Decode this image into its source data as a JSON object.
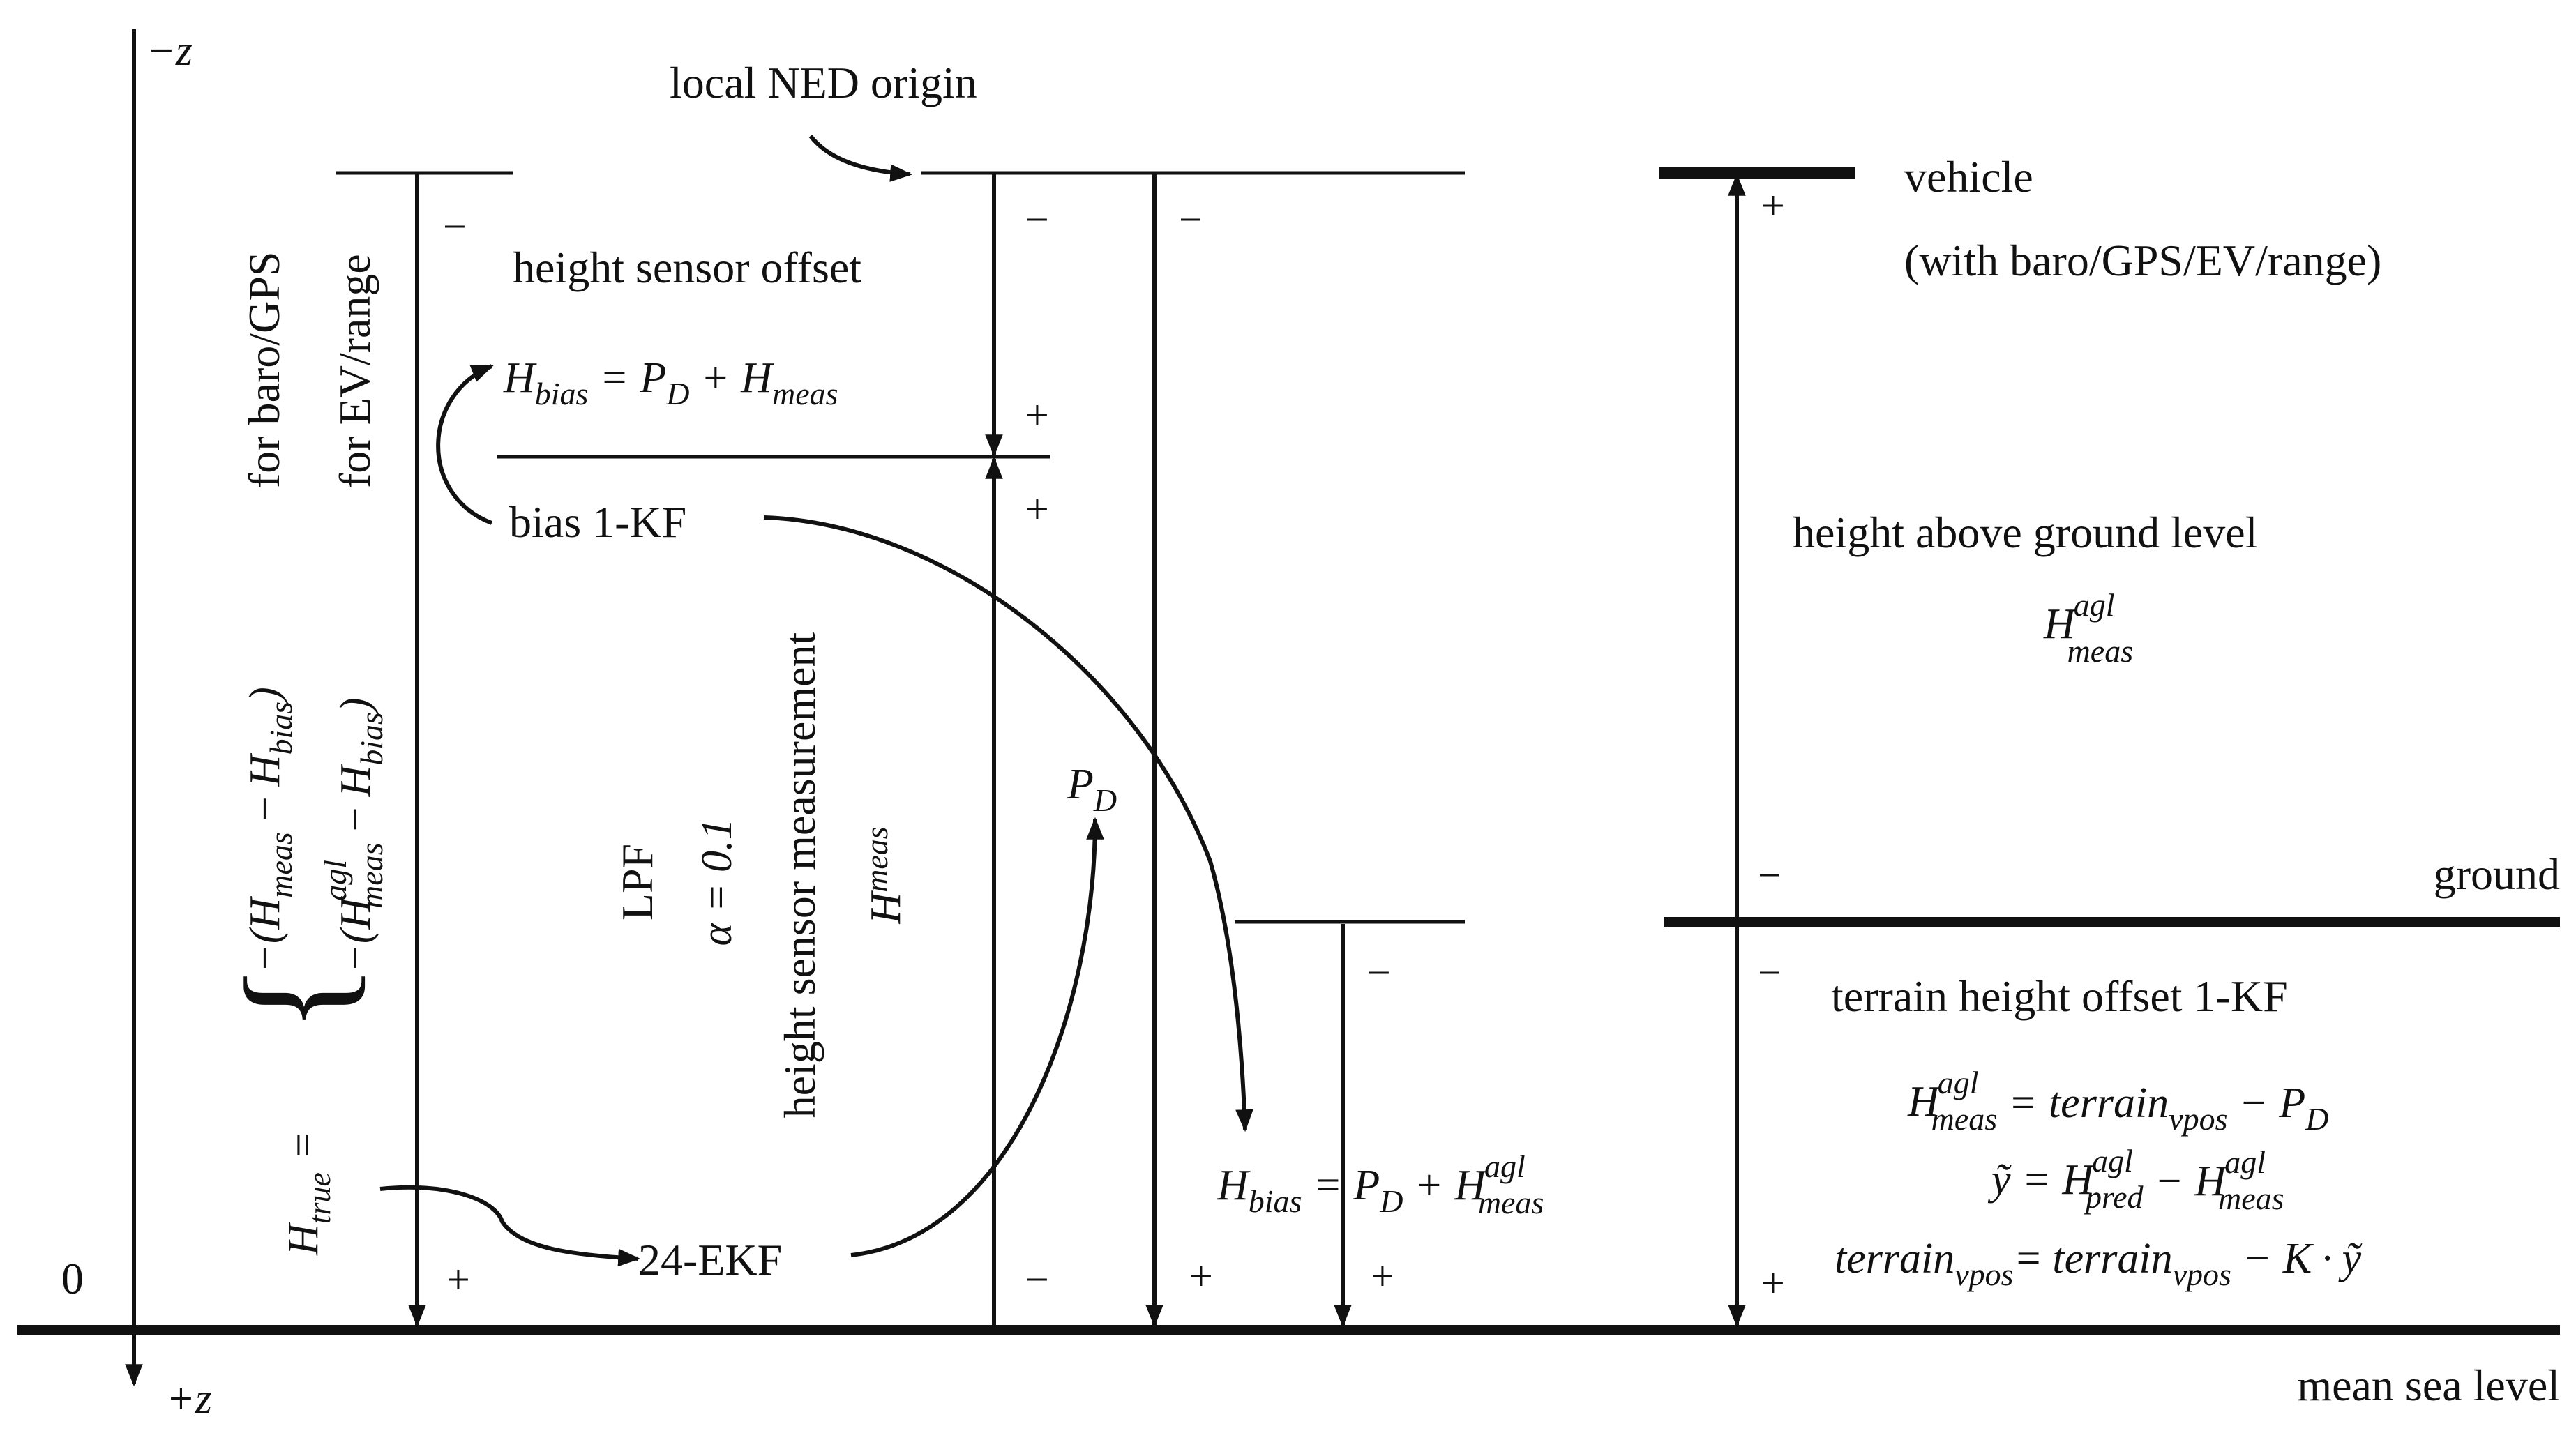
{
  "axis": {
    "neg_z": "−z",
    "pos_z": "+z",
    "zero": "0"
  },
  "labels": {
    "local_ned_origin": "local NED origin",
    "height_sensor_offset": "height sensor offset",
    "bias_kf": "bias 1-KF",
    "ekf": "24-EKF",
    "lpf": "LPF",
    "alpha": "α = 0.1",
    "height_sensor_measurement": "height sensor measurement",
    "vehicle": "vehicle",
    "vehicle_sensors": "(with baro/GPS/EV/range)",
    "height_above_ground": "height above ground level",
    "ground": "ground",
    "terrain_offset_kf": "terrain height offset 1-KF",
    "mean_sea_level": "mean sea level",
    "for_baro_gps": "for baro/GPS",
    "for_ev_range": "for EV/range"
  },
  "symbols": {
    "H": "H",
    "P": "P",
    "K": "K",
    "y_tilde": "ỹ",
    "sub_bias": "bias",
    "sub_meas": "meas",
    "sub_true": "true",
    "sub_pred": "pred",
    "sub_D": "D",
    "sub_vpos": "vpos",
    "sup_agl": "agl",
    "terrain": "terrain",
    "minus": "−",
    "plus": "+",
    "eq": "=",
    "eq_plus": "= ",
    "cdot": "·"
  },
  "signs": {
    "minus": "−",
    "plus": "+"
  }
}
